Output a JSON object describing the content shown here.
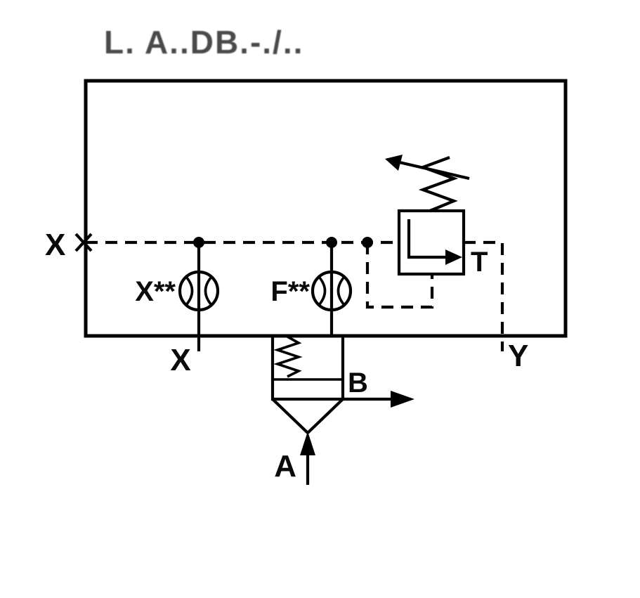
{
  "page": {
    "background": "#ffffff",
    "line_color": "#000000"
  },
  "title": {
    "text": "L. A..DB.-./.."
  },
  "labels": {
    "port_x_left": "X",
    "orifice_x": "X**",
    "orifice_f": "F**",
    "port_t": "T",
    "port_x_bottom": "X",
    "port_y": "Y",
    "port_b": "B",
    "port_a": "A"
  },
  "diagram": {
    "kind": "hydraulic-circuit-symbol",
    "components": [
      "valve-housing",
      "pilot-line-x",
      "orifice-x",
      "orifice-f",
      "pilot-relief-valve",
      "adjustable-spring",
      "main-poppet-cartridge",
      "port-a",
      "port-b",
      "port-t",
      "port-x",
      "port-y"
    ]
  }
}
